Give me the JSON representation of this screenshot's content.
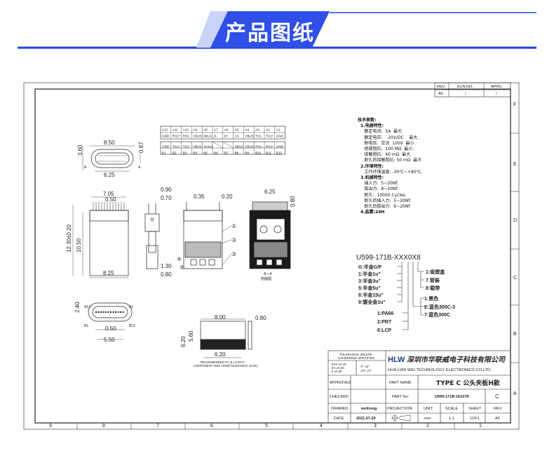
{
  "header": {
    "title": "产品图纸",
    "accent": "#1f3ee0"
  },
  "revision": {
    "headers": [
      "REV.",
      "ECN.NO.",
      "APPD."
    ],
    "values": [
      "A0",
      "/",
      "/"
    ]
  },
  "grid": {
    "columns": [
      "9",
      "8",
      "7",
      "6",
      "5",
      "4",
      "3",
      "2",
      "1"
    ],
    "rows": [
      "F",
      "E",
      "D",
      "C",
      "B",
      "A"
    ]
  },
  "pin_table": {
    "row1": [
      "A12",
      "A11",
      "A10",
      "A9",
      "A8",
      "A7",
      "A6",
      "A5",
      "A4",
      "A3",
      "A2",
      "A1"
    ],
    "row2": [
      "GND",
      "RX2+",
      "RX2-",
      "VBUS",
      "SBU1",
      "D-",
      "D+",
      "CC",
      "VBUS",
      "TX1-",
      "TX1+",
      "GND"
    ],
    "row3": [
      "GND",
      "TX2+",
      "TX2-",
      "VBUS",
      "Vconn",
      "",
      "",
      "SBU2",
      "VBUS",
      "RX1-",
      "RX1+",
      "GND"
    ],
    "row4": [
      "B1",
      "B2",
      "B3",
      "B4",
      "B5",
      "B6",
      "B7",
      "B8",
      "B9",
      "B10",
      "B11",
      "B12"
    ]
  },
  "dims": {
    "d1": "3.60",
    "d2": "8.50",
    "d3": "0.87",
    "d4": "6.25",
    "d5": "7.05",
    "d6": "0.50",
    "d7": "12.30±0.20",
    "d8": "10.50",
    "d9": "8.25",
    "d10": "0.90",
    "d11": "0.70",
    "d12": "1.30",
    "d13": "0.80",
    "d14": "0.35",
    "d15": "0.20",
    "d16": "6.25",
    "d17": "0.80",
    "d18": "2.40",
    "d19": "0.50",
    "d20": "5.50",
    "d21": "8.00",
    "d22": "0.80",
    "d23": "6.20",
    "d24": "5.60",
    "d25": "6.20",
    "a": "A",
    "a12": "A12",
    "a1": "A1",
    "b1": "B1",
    "b12": "B12",
    "section": "A—A",
    "section_cn": "剖面图",
    "callouts": [
      "①",
      "③",
      "②",
      "④",
      "⑤"
    ]
  },
  "pcb_note": [
    "RECOMMENDED P.C.B  LAYOUT",
    "COMPONENT SIDE VIEW(TOLERANCE: ±0.05)"
  ],
  "tech_params": [
    "技术参数:",
    "  1.电器特性:",
    "     额定电流:  5A  最大.",
    "     额定电压:    20V/DC    最大.",
    "     耐电压:  交流  100V  最小.",
    "     绝缘阻抗:  100 MΩ  最小.",
    "     接触阻抗:  40 mΩ  最大.",
    "     耐久后接触阻抗: 50 mΩ  最大",
    "  2.环境特性:",
    "     工作环境温度: -30℃~+85℃.",
    "  3.机械特性:",
    "     插入力:  5~20Nf.",
    "     拔出力:  8~20Nf.",
    "     耐久:  10000 Cycles.",
    "     耐久后插入力:  5~20Nf.",
    "     耐久后拔出力:  6~20Nf",
    "  4.盐雾:24H"
  ],
  "part_code": {
    "code": "U599-171B-XXX0X8",
    "plating": [
      "G:半金G/F",
      "1:半金1u\"",
      "3:半金3u\"",
      "5:半金5u\"",
      "8:半金15u\"",
      "9:镀全金1u\""
    ],
    "material": [
      "1:PA66",
      "2:PBT",
      "6:LCP"
    ],
    "color": [
      "1:黑色",
      "E:蓝色300C-3",
      "7:蓝色300C"
    ],
    "packing": [
      "1:吸塑盒",
      "7.管装",
      "8:载带"
    ]
  },
  "title_block": {
    "tolerance_title": [
      "TOLERANCE UNLESS",
      "OTHERWISE SPECIFIED"
    ],
    "tolerance_left": [
      ".XXX  ±0.10",
      ".XX   ±0.20",
      ".X    ±0.30"
    ],
    "tolerance_right": [
      ".X°    ±3°",
      ".XX°   ±2°"
    ],
    "logo": "HLW",
    "company_cn": "深圳市华联威电子科技有限公司",
    "company_en": "HUA LIAN WEI TECHNOLOGY ELECTRONICS CO;LTD.",
    "approved": "APPROVED",
    "checked": "CHECKED",
    "drawed": "DRAWED",
    "drawer": "weihong",
    "date_label": "DATE",
    "date": "2021.07.29",
    "part_name_label": "PART NAME:",
    "part_name": "TYPE C 公头夹板H款",
    "part_no_label": "PART No:",
    "part_no": "U599-171B-161078",
    "size": "C",
    "projection": "PROJECTION:",
    "unit_label": "UNIT:",
    "unit": "mm",
    "scale_label": "SCALE",
    "scale": "1:1",
    "sheet_label": "SHEET",
    "sheet": "1OF1",
    "rev_label": "REV.",
    "rev": "A0"
  }
}
